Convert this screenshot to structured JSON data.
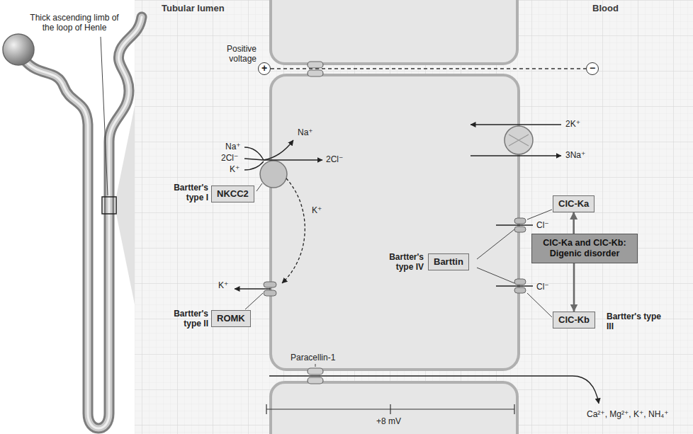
{
  "diagram": {
    "nodes": [
      {
        "text": [
          "+"
        ]
      },
      {
        "text": [
          "−"
        ]
      },
      {
        "text": [
          "NKCC2"
        ]
      },
      {
        "text": [
          "ClC-Ka"
        ]
      },
      {
        "text": [
          "Barttin"
        ]
      },
      {
        "text": [
          "ClC-Ka and ClC-Kb: Digenic disorder"
        ]
      },
      {
        "text": [
          "ROMK"
        ]
      },
      {
        "text": [
          "ClC-Kb"
        ]
      }
    ],
    "edges": [
      {
        "from": 0,
        "to": 1,
        "arrow": "none"
      },
      {
        "from": 5,
        "to": 3,
        "arrow": "to"
      },
      {
        "from": 5,
        "to": 7,
        "arrow": "to"
      }
    ],
    "labels": [
      "Tubular lumen",
      "Blood",
      "Thick ascending limb of the loop of Henle",
      "Positive voltage",
      "Na⁺",
      "2Cl⁻",
      "K⁺",
      "Na⁺",
      "2Cl⁻",
      "K⁺",
      "Bartter's type I",
      "2K⁺",
      "3Na⁺",
      "Cl⁻",
      "Bartter's type IV",
      "Cl⁻",
      "Bartter's type III",
      "K⁺",
      "Bartter's type II",
      "Paracellin-1",
      "Ca²⁺, Mg²⁺, K⁺, NH₄⁺",
      "+8 mV"
    ]
  }
}
